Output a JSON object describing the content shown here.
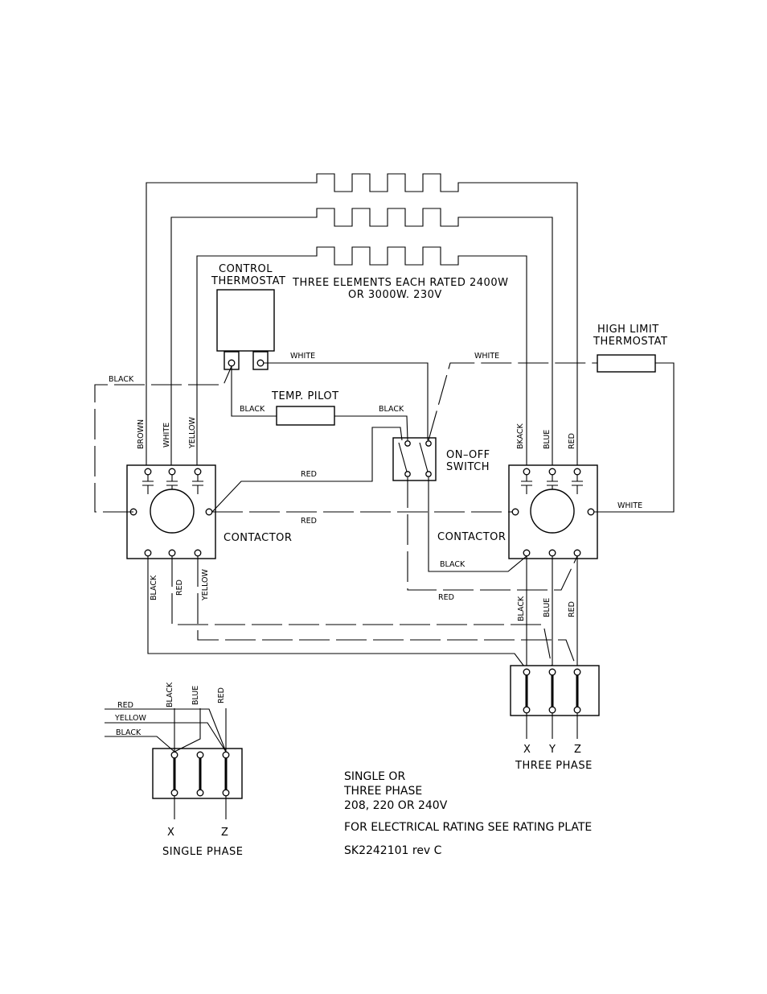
{
  "labels": {
    "control_thermostat_1": "CONTROL",
    "control_thermostat_2": "THERMOSTAT",
    "elements_1": "THREE ELEMENTS EACH RATED 2400W",
    "elements_2": "OR 3000W. 230V",
    "high_limit_1": "HIGH LIMIT",
    "high_limit_2": "THERMOSTAT",
    "temp_pilot": "TEMP. PILOT",
    "on_off_1": "ON–OFF",
    "on_off_2": "SWITCH",
    "contactor_left": "CONTACTOR",
    "contactor_right": "CONTACTOR",
    "three_phase": "THREE PHASE",
    "single_phase": "SINGLE PHASE"
  },
  "wires": {
    "black": "BLACK",
    "white": "WHITE",
    "red": "RED",
    "brown": "BROWN",
    "yellow": "YELLOW",
    "blue": "BLUE",
    "bkack": "BKACK"
  },
  "terminals": {
    "x": "X",
    "y": "Y",
    "z": "Z"
  },
  "notes": {
    "line1": "SINGLE OR",
    "line2": "THREE PHASE",
    "line3": "208, 220 OR 240V",
    "line4": "FOR ELECTRICAL RATING SEE RATING PLATE",
    "line5": "SK2242101 rev C"
  }
}
